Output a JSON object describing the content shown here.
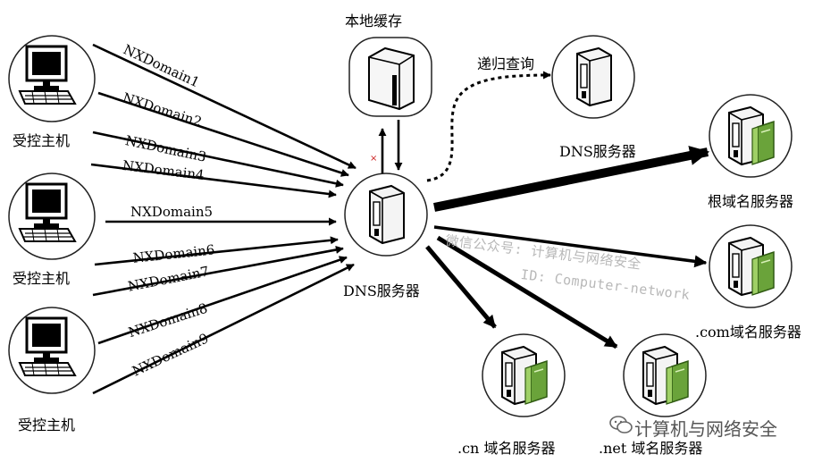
{
  "hosts": [
    {
      "label": "受控主机"
    },
    {
      "label": "受控主机"
    },
    {
      "label": "受控主机"
    }
  ],
  "queries": [
    "NXDomain1",
    "NXDomain2",
    "NXDomain3",
    "NXDomain4",
    "NXDomain5",
    "NXDomain6",
    "NXDomain7",
    "NXDomain8",
    "NXDomain9"
  ],
  "local_cache": {
    "label": "本地缓存"
  },
  "center_dns": {
    "label": "DNS服务器"
  },
  "recursive": {
    "label": "递归查询"
  },
  "remote_dns": {
    "label": "DNS服务器"
  },
  "root": {
    "label": "根域名服务器"
  },
  "com": {
    "label": ".com域名服务器"
  },
  "cn": {
    "label": ".cn 域名服务器"
  },
  "net": {
    "label": ".net 域名服务器"
  },
  "watermark": {
    "line1": "微信公众号: 计算机与网络安全",
    "line2": "ID: Computer-network"
  },
  "brand": {
    "label": "计算机与网络安全"
  }
}
